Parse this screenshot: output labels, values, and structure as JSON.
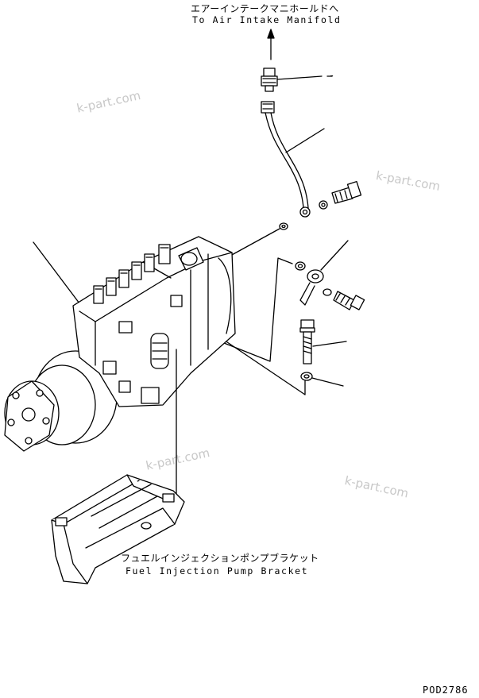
{
  "labels": {
    "air_intake_jp": "エアーインテークマニホールドへ",
    "air_intake_en": "To Air Intake Manifold",
    "bracket_jp": "フュエルインジェクションポンプブラケット",
    "bracket_en": "Fuel Injection Pump Bracket",
    "drawing_code": "POD2786"
  },
  "watermarks": [
    "k-part.com",
    "k-part.com",
    "k-part.com",
    "k-part.com"
  ],
  "callout_dash": "-"
}
